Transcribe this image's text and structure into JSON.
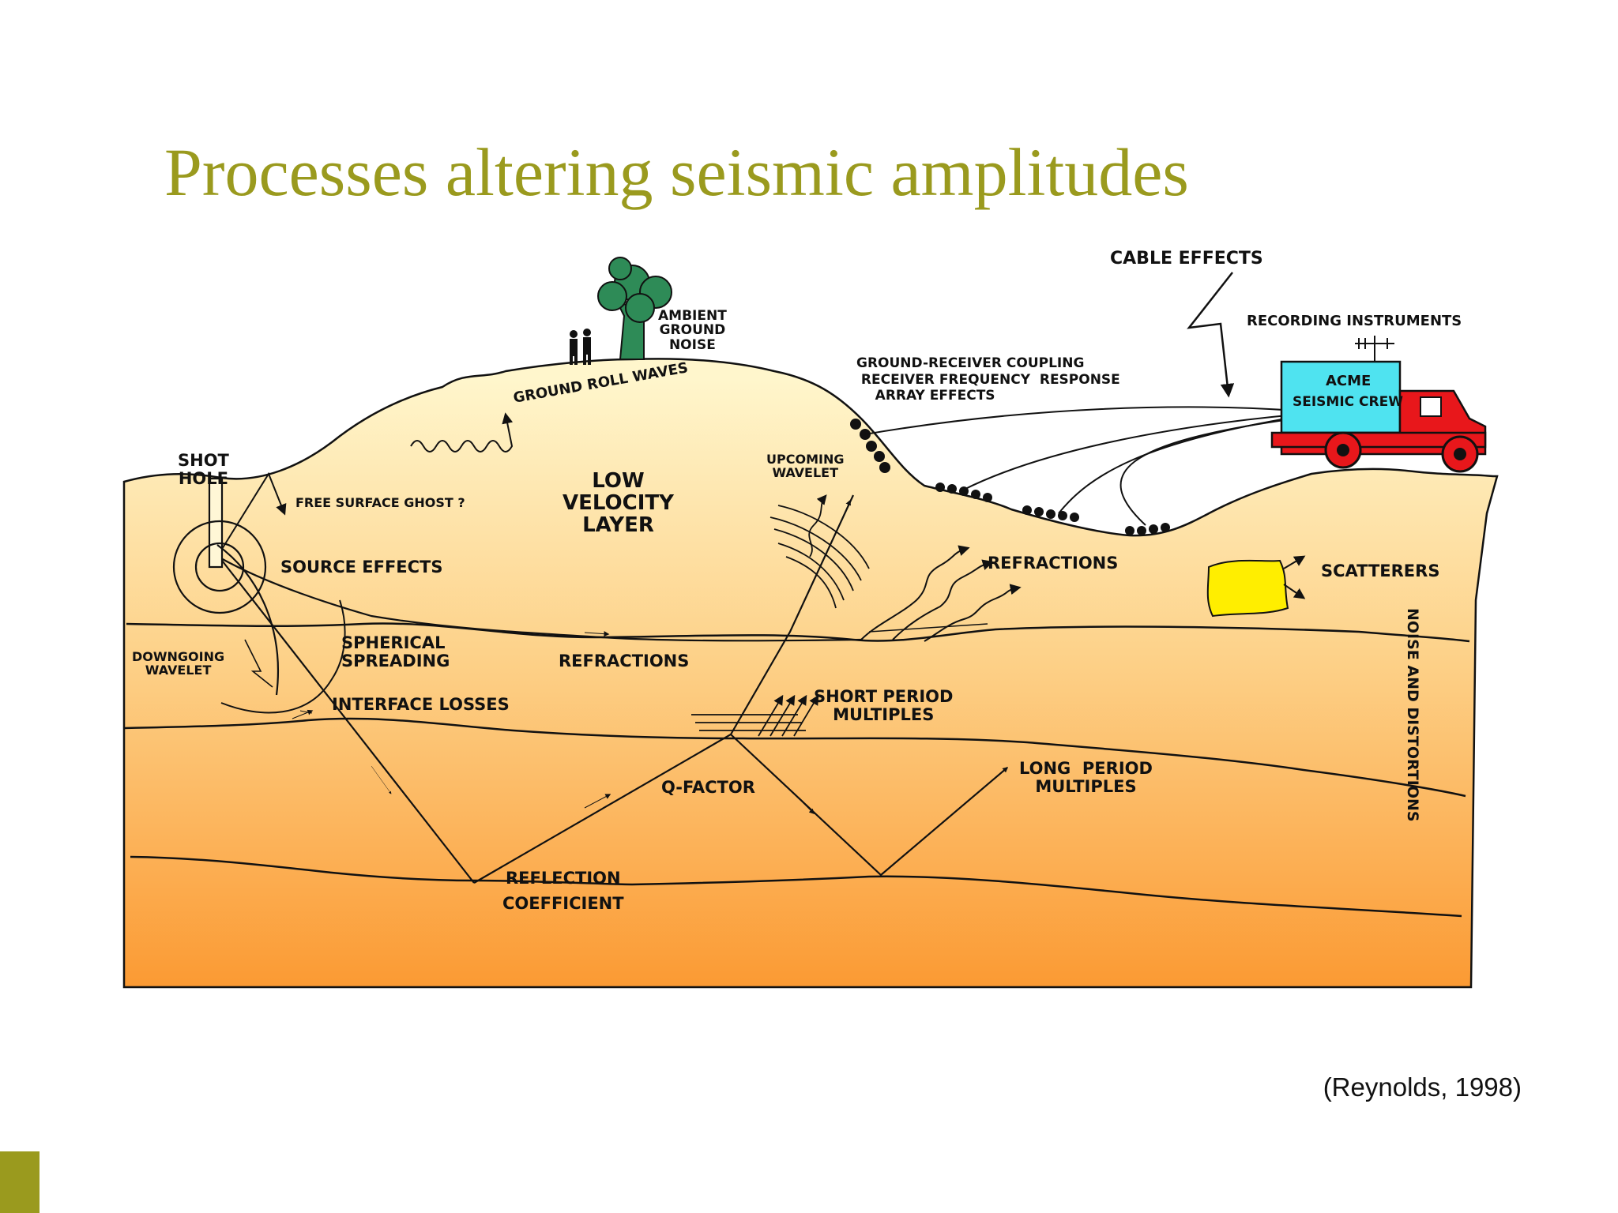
{
  "slide": {
    "title": "Processes altering seismic amplitudes",
    "citation": "(Reynolds, 1998)",
    "accent_color": "#9a9a1e"
  },
  "diagram": {
    "labels": {
      "cable_effects": "CABLE EFFECTS",
      "recording_instruments": "RECORDING INSTRUMENTS",
      "ambient_ground_noise": "AMBIENT\nGROUND\nNOISE",
      "ground_receiver": "GROUND-RECEIVER COUPLING\n RECEIVER FREQUENCY  RESPONSE\n    ARRAY EFFECTS",
      "truck_line1": "ACME",
      "truck_line2": "SEISMIC CREW",
      "ground_roll": "GROUND ROLL WAVES",
      "shot_hole": "SHOT\nHOLE",
      "free_surface_ghost": "FREE SURFACE GHOST ?",
      "low_velocity_layer": "LOW\nVELOCITY\nLAYER",
      "upcoming_wavelet": "UPCOMING\nWAVELET",
      "source_effects": "SOURCE EFFECTS",
      "refractions_upper": "REFRACTIONS",
      "scatterers": "SCATTERERS",
      "noise_and_distortions": "NOISE AND DISTORTIONS",
      "downgoing_wavelet": "DOWNGOING\nWAVELET",
      "spherical_spreading": "SPHERICAL\nSPREADING",
      "refractions_lower": "REFRACTIONS",
      "short_period_multiples": "SHORT PERIOD\nMULTIPLES",
      "interface_losses": "INTERFACE LOSSES",
      "q_factor": "Q-FACTOR",
      "long_period_multiples": "LONG  PERIOD\nMULTIPLES",
      "reflection_coefficient": "REFLECTION\nCOEFFICIENT"
    },
    "colors": {
      "ground_top": "#fdf1c0",
      "ground_bottom": "#fb9f3c",
      "tree": "#2e8b57",
      "truck_body": "#e8171b",
      "truck_box": "#4fe3f0",
      "scatterer": "#ffee00"
    }
  }
}
